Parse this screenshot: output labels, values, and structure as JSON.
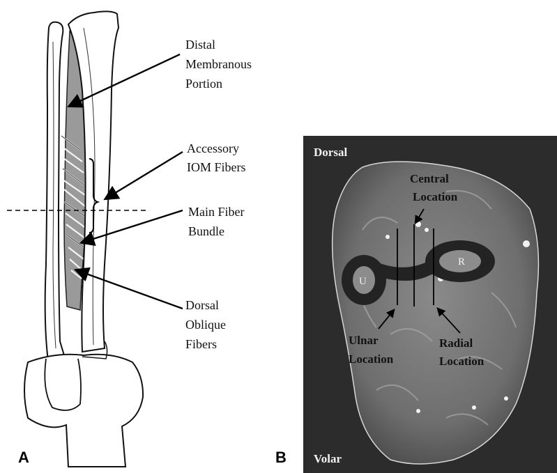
{
  "panel_a": {
    "letter": "A",
    "labels": {
      "distal_membranous": [
        "Distal",
        "Membranous",
        "Portion"
      ],
      "accessory_iom": [
        "Accessory",
        "IOM Fibers"
      ],
      "main_fiber": [
        "Main Fiber",
        "Bundle"
      ],
      "dorsal_oblique": [
        "Dorsal",
        "Oblique",
        "Fibers"
      ]
    }
  },
  "panel_b": {
    "letter": "B",
    "orientation": {
      "top": "Dorsal",
      "bottom": "Volar"
    },
    "bones": {
      "ulna": "U",
      "radius": "R"
    },
    "locations": {
      "central": [
        "Central",
        "Location"
      ],
      "ulnar": [
        "Ulnar",
        "Location"
      ],
      "radial": [
        "Radial",
        "Location"
      ]
    }
  },
  "colors": {
    "mri_background": "#2c2c2c",
    "membrane": "#9a9a9a"
  }
}
